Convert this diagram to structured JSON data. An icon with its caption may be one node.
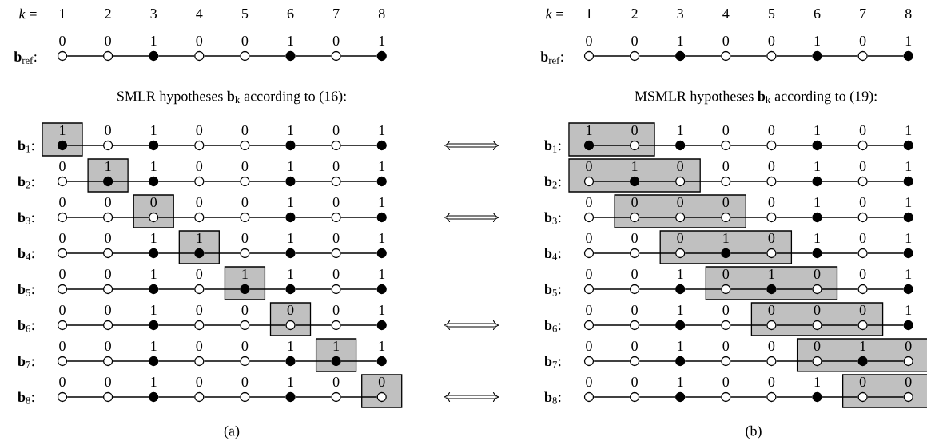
{
  "diagram": {
    "nodes": [
      {
        "text": [
          "0"
        ]
      },
      {
        "text": [
          "0"
        ]
      },
      {
        "text": [
          "1"
        ]
      },
      {
        "text": [
          "0"
        ]
      },
      {
        "text": [
          "0"
        ]
      },
      {
        "text": [
          "1"
        ]
      },
      {
        "text": [
          "0"
        ]
      },
      {
        "text": [
          "1"
        ]
      },
      {
        "text": [],
        "shape": "box"
      },
      {
        "text": [
          "1"
        ],
        "in": 8
      },
      {
        "text": [
          "0"
        ]
      },
      {
        "text": [
          "1"
        ]
      },
      {
        "text": [
          "0"
        ]
      },
      {
        "text": [
          "0"
        ]
      },
      {
        "text": [
          "1"
        ]
      },
      {
        "text": [
          "0"
        ]
      },
      {
        "text": [
          "1"
        ]
      },
      {
        "text": [],
        "shape": "box"
      },
      {
        "text": [
          "0"
        ]
      },
      {
        "text": [
          "1"
        ],
        "in": 17
      },
      {
        "text": [
          "1"
        ]
      },
      {
        "text": [
          "0"
        ]
      },
      {
        "text": [
          "0"
        ]
      },
      {
        "text": [
          "1"
        ]
      },
      {
        "text": [
          "0"
        ]
      },
      {
        "text": [
          "1"
        ]
      },
      {
        "text": [],
        "shape": "box"
      },
      {
        "text": [
          "0"
        ]
      },
      {
        "text": [
          "0"
        ]
      },
      {
        "text": [
          "0"
        ],
        "in": 26
      },
      {
        "text": [
          "0"
        ]
      },
      {
        "text": [
          "0"
        ]
      },
      {
        "text": [
          "1"
        ]
      },
      {
        "text": [
          "0"
        ]
      },
      {
        "text": [
          "1"
        ]
      },
      {
        "text": [],
        "shape": "box"
      },
      {
        "text": [
          "0"
        ]
      },
      {
        "text": [
          "0"
        ]
      },
      {
        "text": [
          "1"
        ]
      },
      {
        "text": [
          "1"
        ],
        "in": 35
      },
      {
        "text": [
          "0"
        ]
      },
      {
        "text": [
          "1"
        ]
      },
      {
        "text": [
          "0"
        ]
      },
      {
        "text": [
          "1"
        ]
      },
      {
        "text": [],
        "shape": "box"
      },
      {
        "text": [
          "0"
        ]
      },
      {
        "text": [
          "0"
        ]
      },
      {
        "text": [
          "1"
        ]
      },
      {
        "text": [
          "0"
        ]
      },
      {
        "text": [
          "1"
        ],
        "in": 44
      },
      {
        "text": [
          "1"
        ]
      },
      {
        "text": [
          "0"
        ]
      },
      {
        "text": [
          "1"
        ]
      },
      {
        "text": [],
        "shape": "box"
      },
      {
        "text": [
          "0"
        ]
      },
      {
        "text": [
          "0"
        ]
      },
      {
        "text": [
          "1"
        ]
      },
      {
        "text": [
          "0"
        ]
      },
      {
        "text": [
          "0"
        ]
      },
      {
        "text": [
          "0"
        ],
        "in": 53
      },
      {
        "text": [
          "0"
        ]
      },
      {
        "text": [
          "1"
        ]
      },
      {
        "text": [],
        "shape": "box"
      },
      {
        "text": [
          "0"
        ]
      },
      {
        "text": [
          "0"
        ]
      },
      {
        "text": [
          "1"
        ]
      },
      {
        "text": [
          "0"
        ]
      },
      {
        "text": [
          "0"
        ]
      },
      {
        "text": [
          "1"
        ]
      },
      {
        "text": [
          "1"
        ],
        "in": 62
      },
      {
        "text": [
          "1"
        ]
      },
      {
        "text": [],
        "shape": "box"
      },
      {
        "text": [
          "0"
        ]
      },
      {
        "text": [
          "0"
        ]
      },
      {
        "text": [
          "1"
        ]
      },
      {
        "text": [
          "0"
        ]
      },
      {
        "text": [
          "0"
        ]
      },
      {
        "text": [
          "1"
        ]
      },
      {
        "text": [
          "0"
        ]
      },
      {
        "text": [
          "0"
        ],
        "in": 71
      },
      {
        "text": [
          "0"
        ]
      },
      {
        "text": [
          "0"
        ]
      },
      {
        "text": [
          "1"
        ]
      },
      {
        "text": [
          "0"
        ]
      },
      {
        "text": [
          "0"
        ]
      },
      {
        "text": [
          "1"
        ]
      },
      {
        "text": [
          "0"
        ]
      },
      {
        "text": [
          "1"
        ]
      },
      {
        "text": [],
        "shape": "box"
      },
      {
        "text": [
          "1"
        ],
        "in": 88
      },
      {
        "text": [
          "0"
        ],
        "in": 88
      },
      {
        "text": [
          "1"
        ]
      },
      {
        "text": [
          "0"
        ]
      },
      {
        "text": [
          "0"
        ]
      },
      {
        "text": [
          "1"
        ]
      },
      {
        "text": [
          "0"
        ]
      },
      {
        "text": [
          "1"
        ]
      },
      {
        "text": [],
        "shape": "box"
      },
      {
        "text": [
          "0"
        ],
        "in": 97
      },
      {
        "text": [
          "1"
        ],
        "in": 97
      },
      {
        "text": [
          "0"
        ],
        "in": 97
      },
      {
        "text": [
          "0"
        ]
      },
      {
        "text": [
          "0"
        ]
      },
      {
        "text": [
          "1"
        ]
      },
      {
        "text": [
          "0"
        ]
      },
      {
        "text": [
          "1"
        ]
      },
      {
        "text": [],
        "shape": "box"
      },
      {
        "text": [
          "0"
        ]
      },
      {
        "text": [
          "0"
        ],
        "in": 106
      },
      {
        "text": [
          "0"
        ],
        "in": 106
      },
      {
        "text": [
          "0"
        ],
        "in": 106
      },
      {
        "text": [
          "0"
        ]
      },
      {
        "text": [
          "1"
        ]
      },
      {
        "text": [
          "0"
        ]
      },
      {
        "text": [
          "1"
        ]
      },
      {
        "text": [],
        "shape": "box"
      },
      {
        "text": [
          "0"
        ]
      },
      {
        "text": [
          "0"
        ]
      },
      {
        "text": [
          "0"
        ],
        "in": 115
      },
      {
        "text": [
          "1"
        ],
        "in": 115
      },
      {
        "text": [
          "0"
        ],
        "in": 115
      },
      {
        "text": [
          "1"
        ]
      },
      {
        "text": [
          "0"
        ]
      },
      {
        "text": [
          "1"
        ]
      },
      {
        "text": [],
        "shape": "box"
      },
      {
        "text": [
          "0"
        ]
      },
      {
        "text": [
          "0"
        ]
      },
      {
        "text": [
          "1"
        ]
      },
      {
        "text": [
          "0"
        ],
        "in": 124
      },
      {
        "text": [
          "1"
        ],
        "in": 124
      },
      {
        "text": [
          "0"
        ],
        "in": 124
      },
      {
        "text": [
          "0"
        ]
      },
      {
        "text": [
          "1"
        ]
      },
      {
        "text": [],
        "shape": "box"
      },
      {
        "text": [
          "0"
        ]
      },
      {
        "text": [
          "0"
        ]
      },
      {
        "text": [
          "1"
        ]
      },
      {
        "text": [
          "0"
        ]
      },
      {
        "text": [
          "0"
        ],
        "in": 133
      },
      {
        "text": [
          "0"
        ],
        "in": 133
      },
      {
        "text": [
          "0"
        ],
        "in": 133
      },
      {
        "text": [
          "1"
        ]
      },
      {
        "text": [],
        "shape": "box"
      },
      {
        "text": [
          "0"
        ]
      },
      {
        "text": [
          "0"
        ]
      },
      {
        "text": [
          "1"
        ]
      },
      {
        "text": [
          "0"
        ]
      },
      {
        "text": [
          "0"
        ]
      },
      {
        "text": [
          "0"
        ],
        "in": 142
      },
      {
        "text": [
          "1"
        ],
        "in": 142
      },
      {
        "text": [
          "0"
        ],
        "in": 142
      },
      {
        "text": [],
        "shape": "box"
      },
      {
        "text": [
          "0"
        ]
      },
      {
        "text": [
          "0"
        ]
      },
      {
        "text": [
          "1"
        ]
      },
      {
        "text": [
          "0"
        ]
      },
      {
        "text": [
          "0"
        ]
      },
      {
        "text": [
          "1"
        ]
      },
      {
        "text": [
          "0"
        ],
        "in": 151
      },
      {
        "text": [
          "0"
        ],
        "in": 151
      }
    ],
    "edges": [
      {
        "from": 0,
        "to": 1,
        "arrow": "none"
      },
      {
        "from": 1,
        "to": 2,
        "arrow": "none"
      },
      {
        "from": 2,
        "to": 3,
        "arrow": "none"
      },
      {
        "from": 3,
        "to": 4,
        "arrow": "none"
      },
      {
        "from": 4,
        "to": 5,
        "arrow": "none"
      },
      {
        "from": 5,
        "to": 6,
        "arrow": "none"
      },
      {
        "from": 6,
        "to": 7,
        "arrow": "none"
      },
      {
        "from": 9,
        "to": 10,
        "arrow": "none"
      },
      {
        "from": 10,
        "to": 11,
        "arrow": "none"
      },
      {
        "from": 11,
        "to": 12,
        "arrow": "none"
      },
      {
        "from": 12,
        "to": 13,
        "arrow": "none"
      },
      {
        "from": 13,
        "to": 14,
        "arrow": "none"
      },
      {
        "from": 14,
        "to": 15,
        "arrow": "none"
      },
      {
        "from": 15,
        "to": 16,
        "arrow": "none"
      },
      {
        "from": 18,
        "to": 19,
        "arrow": "none"
      },
      {
        "from": 19,
        "to": 20,
        "arrow": "none"
      },
      {
        "from": 20,
        "to": 21,
        "arrow": "none"
      },
      {
        "from": 21,
        "to": 22,
        "arrow": "none"
      },
      {
        "from": 22,
        "to": 23,
        "arrow": "none"
      },
      {
        "from": 23,
        "to": 24,
        "arrow": "none"
      },
      {
        "from": 24,
        "to": 25,
        "arrow": "none"
      },
      {
        "from": 27,
        "to": 28,
        "arrow": "none"
      },
      {
        "from": 28,
        "to": 29,
        "arrow": "none"
      },
      {
        "from": 29,
        "to": 30,
        "arrow": "none"
      },
      {
        "from": 30,
        "to": 31,
        "arrow": "none"
      },
      {
        "from": 31,
        "to": 32,
        "arrow": "none"
      },
      {
        "from": 32,
        "to": 33,
        "arrow": "none"
      },
      {
        "from": 33,
        "to": 34,
        "arrow": "none"
      },
      {
        "from": 36,
        "to": 37,
        "arrow": "none"
      },
      {
        "from": 37,
        "to": 38,
        "arrow": "none"
      },
      {
        "from": 38,
        "to": 39,
        "arrow": "none"
      },
      {
        "from": 39,
        "to": 40,
        "arrow": "none"
      },
      {
        "from": 40,
        "to": 41,
        "arrow": "none"
      },
      {
        "from": 41,
        "to": 42,
        "arrow": "none"
      },
      {
        "from": 42,
        "to": 43,
        "arrow": "none"
      },
      {
        "from": 45,
        "to": 46,
        "arrow": "none"
      },
      {
        "from": 46,
        "to": 47,
        "arrow": "none"
      },
      {
        "from": 47,
        "to": 48,
        "arrow": "none"
      },
      {
        "from": 48,
        "to": 49,
        "arrow": "none"
      },
      {
        "from": 49,
        "to": 50,
        "arrow": "none"
      },
      {
        "from": 50,
        "to": 51,
        "arrow": "none"
      },
      {
        "from": 51,
        "to": 52,
        "arrow": "none"
      },
      {
        "from": 54,
        "to": 55,
        "arrow": "none"
      },
      {
        "from": 55,
        "to": 56,
        "arrow": "none"
      },
      {
        "from": 56,
        "to": 57,
        "arrow": "none"
      },
      {
        "from": 57,
        "to": 58,
        "arrow": "none"
      },
      {
        "from": 58,
        "to": 59,
        "arrow": "none"
      },
      {
        "from": 59,
        "to": 60,
        "arrow": "none"
      },
      {
        "from": 60,
        "to": 61,
        "arrow": "none"
      },
      {
        "from": 63,
        "to": 64,
        "arrow": "none"
      },
      {
        "from": 64,
        "to": 65,
        "arrow": "none"
      },
      {
        "from": 65,
        "to": 66,
        "arrow": "none"
      },
      {
        "from": 66,
        "to": 67,
        "arrow": "none"
      },
      {
        "from": 67,
        "to": 68,
        "arrow": "none"
      },
      {
        "from": 68,
        "to": 69,
        "arrow": "none"
      },
      {
        "from": 69,
        "to": 70,
        "arrow": "none"
      },
      {
        "from": 72,
        "to": 73,
        "arrow": "none"
      },
      {
        "from": 73,
        "to": 74,
        "arrow": "none"
      },
      {
        "from": 74,
        "to": 75,
        "arrow": "none"
      },
      {
        "from": 75,
        "to": 76,
        "arrow": "none"
      },
      {
        "from": 76,
        "to": 77,
        "arrow": "none"
      },
      {
        "from": 77,
        "to": 78,
        "arrow": "none"
      },
      {
        "from": 78,
        "to": 79,
        "arrow": "none"
      },
      {
        "from": 80,
        "to": 81,
        "arrow": "none"
      },
      {
        "from": 81,
        "to": 82,
        "arrow": "none"
      },
      {
        "from": 82,
        "to": 83,
        "arrow": "none"
      },
      {
        "from": 83,
        "to": 84,
        "arrow": "none"
      },
      {
        "from": 84,
        "to": 85,
        "arrow": "none"
      },
      {
        "from": 85,
        "to": 86,
        "arrow": "none"
      },
      {
        "from": 86,
        "to": 87,
        "arrow": "none"
      },
      {
        "from": 89,
        "to": 90,
        "arrow": "none"
      },
      {
        "from": 90,
        "to": 91,
        "arrow": "none"
      },
      {
        "from": 91,
        "to": 92,
        "arrow": "none"
      },
      {
        "from": 92,
        "to": 93,
        "arrow": "none"
      },
      {
        "from": 93,
        "to": 94,
        "arrow": "none"
      },
      {
        "from": 94,
        "to": 95,
        "arrow": "none"
      },
      {
        "from": 95,
        "to": 96,
        "arrow": "none"
      },
      {
        "from": 98,
        "to": 99,
        "arrow": "none"
      },
      {
        "from": 99,
        "to": 100,
        "arrow": "none"
      },
      {
        "from": 100,
        "to": 101,
        "arrow": "none"
      },
      {
        "from": 101,
        "to": 102,
        "arrow": "none"
      },
      {
        "from": 102,
        "to": 103,
        "arrow": "none"
      },
      {
        "from": 103,
        "to": 104,
        "arrow": "none"
      },
      {
        "from": 104,
        "to": 105,
        "arrow": "none"
      },
      {
        "from": 107,
        "to": 108,
        "arrow": "none"
      },
      {
        "from": 108,
        "to": 109,
        "arrow": "none"
      },
      {
        "from": 109,
        "to": 110,
        "arrow": "none"
      },
      {
        "from": 110,
        "to": 111,
        "arrow": "none"
      },
      {
        "from": 111,
        "to": 112,
        "arrow": "none"
      },
      {
        "from": 112,
        "to": 113,
        "arrow": "none"
      },
      {
        "from": 113,
        "to": 114,
        "arrow": "none"
      },
      {
        "from": 116,
        "to": 117,
        "arrow": "none"
      },
      {
        "from": 117,
        "to": 118,
        "arrow": "none"
      },
      {
        "from": 118,
        "to": 119,
        "arrow": "none"
      },
      {
        "from": 119,
        "to": 120,
        "arrow": "none"
      },
      {
        "from": 120,
        "to": 121,
        "arrow": "none"
      },
      {
        "from": 121,
        "to": 122,
        "arrow": "none"
      },
      {
        "from": 122,
        "to": 123,
        "arrow": "none"
      },
      {
        "from": 125,
        "to": 126,
        "arrow": "none"
      },
      {
        "from": 126,
        "to": 127,
        "arrow": "none"
      },
      {
        "from": 127,
        "to": 128,
        "arrow": "none"
      },
      {
        "from": 128,
        "to": 129,
        "arrow": "none"
      },
      {
        "from": 129,
        "to": 130,
        "arrow": "none"
      },
      {
        "from": 130,
        "to": 131,
        "arrow": "none"
      },
      {
        "from": 131,
        "to": 132,
        "arrow": "none"
      },
      {
        "from": 134,
        "to": 135,
        "arrow": "none"
      },
      {
        "from": 135,
        "to": 136,
        "arrow": "none"
      },
      {
        "from": 136,
        "to": 137,
        "arrow": "none"
      },
      {
        "from": 137,
        "to": 138,
        "arrow": "none"
      },
      {
        "from": 138,
        "to": 139,
        "arrow": "none"
      },
      {
        "from": 139,
        "to": 140,
        "arrow": "none"
      },
      {
        "from": 140,
        "to": 141,
        "arrow": "none"
      },
      {
        "from": 143,
        "to": 144,
        "arrow": "none"
      },
      {
        "from": 144,
        "to": 145,
        "arrow": "none"
      },
      {
        "from": 145,
        "to": 146,
        "arrow": "none"
      },
      {
        "from": 146,
        "to": 147,
        "arrow": "none"
      },
      {
        "from": 147,
        "to": 148,
        "arrow": "none"
      },
      {
        "from": 148,
        "to": 149,
        "arrow": "none"
      },
      {
        "from": 149,
        "to": 150,
        "arrow": "none"
      },
      {
        "from": 152,
        "to": 153,
        "arrow": "none"
      },
      {
        "from": 153,
        "to": 154,
        "arrow": "none"
      },
      {
        "from": 154,
        "to": 155,
        "arrow": "none"
      },
      {
        "from": 155,
        "to": 156,
        "arrow": "none"
      },
      {
        "from": 156,
        "to": 157,
        "arrow": "none"
      },
      {
        "from": 157,
        "to": 158,
        "arrow": "none"
      },
      {
        "from": 158,
        "to": 159,
        "arrow": "none"
      }
    ],
    "labels": [
      "*k* =",
      "1",
      "2",
      "3",
      "4",
      "5",
      "6",
      "7",
      "8",
      "**b**$_{ref}$:",
      "SMLR hypotheses **b**$_{k}$ according to (16):",
      "**b**$_{1}$:",
      "**b**$_{2}$:",
      "**b**$_{3}$:",
      "**b**$_{4}$:",
      "**b**$_{5}$:",
      "**b**$_{6}$:",
      "**b**$_{7}$:",
      "**b**$_{8}$:",
      "(a)",
      "*k* =",
      "1",
      "2",
      "3",
      "4",
      "5",
      "6",
      "7",
      "8",
      "**b**$_{ref}$:",
      "MSMLR hypotheses **b**$_{k}$ according to (19):",
      "**b**$_{1}$:",
      "**b**$_{2}$:",
      "**b**$_{3}$:",
      "**b**$_{4}$:",
      "**b**$_{5}$:",
      "**b**$_{6}$:",
      "**b**$_{7}$:",
      "**b**$_{8}$:",
      "(b)"
    ]
  }
}
